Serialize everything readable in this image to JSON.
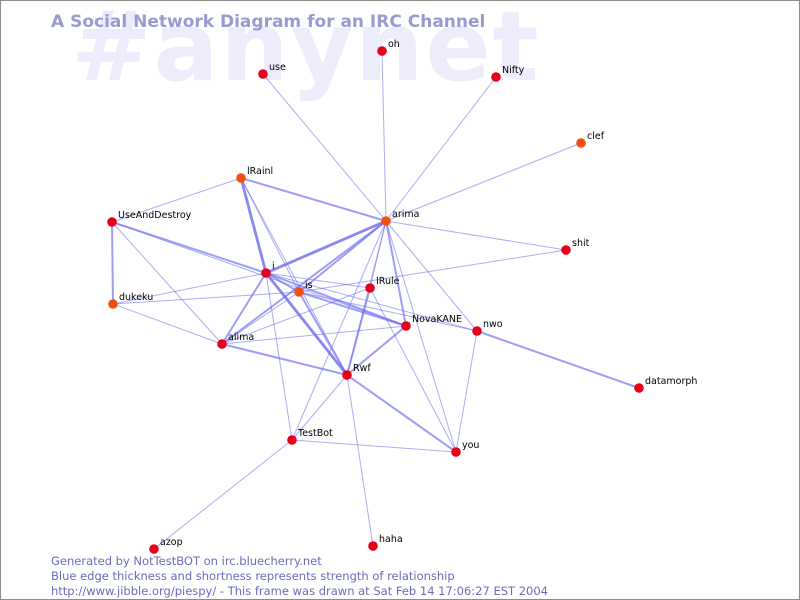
{
  "watermark": "#anynet",
  "title": "A Social Network Diagram for an IRC Channel",
  "footer": {
    "line1": "Generated by NotTestBOT on irc.bluecherry.net",
    "line2": "Blue edge thickness and shortness represents strength of relationship",
    "line3": "http://www.jibble.org/piespy/ - This frame was drawn at Sat Feb 14 17:06:27 EST 2004"
  },
  "colors": {
    "node_red": "#e8001a",
    "node_orange": "#f05010",
    "edge": "#6a6aee",
    "title": "#9a9ad2",
    "watermark": "#ececfb",
    "footer": "#6b6bbd"
  },
  "nodes": [
    {
      "id": "oh",
      "label": "oh",
      "color": "red"
    },
    {
      "id": "use",
      "label": "use",
      "color": "red"
    },
    {
      "id": "nifty",
      "label": "Nifty",
      "color": "red"
    },
    {
      "id": "clef",
      "label": "clef",
      "color": "orange"
    },
    {
      "id": "irainl",
      "label": "lRainl",
      "color": "orange"
    },
    {
      "id": "arima",
      "label": "arima",
      "color": "orange"
    },
    {
      "id": "useanddestroy",
      "label": "UseAndDestroy",
      "color": "red"
    },
    {
      "id": "shit",
      "label": "shit",
      "color": "red"
    },
    {
      "id": "i",
      "label": "i",
      "color": "red"
    },
    {
      "id": "is",
      "label": "is",
      "color": "orange"
    },
    {
      "id": "irule",
      "label": "IRule",
      "color": "red"
    },
    {
      "id": "dukeku",
      "label": "dukeku",
      "color": "orange"
    },
    {
      "id": "novakane",
      "label": "NovaKANE",
      "color": "red"
    },
    {
      "id": "nwo",
      "label": "nwo",
      "color": "red"
    },
    {
      "id": "alima",
      "label": "alima",
      "color": "red"
    },
    {
      "id": "rwf",
      "label": "Rwf",
      "color": "red"
    },
    {
      "id": "datamorph",
      "label": "datamorph",
      "color": "red"
    },
    {
      "id": "testbot",
      "label": "TestBot",
      "color": "red"
    },
    {
      "id": "you",
      "label": "you",
      "color": "red"
    },
    {
      "id": "azop",
      "label": "azop",
      "color": "red"
    },
    {
      "id": "haha",
      "label": "haha",
      "color": "red"
    }
  ],
  "edges": [
    {
      "source": "i",
      "target": "irainl",
      "weight": 3
    },
    {
      "source": "i",
      "target": "arima",
      "weight": 3
    },
    {
      "source": "i",
      "target": "rwf",
      "weight": 3
    },
    {
      "source": "i",
      "target": "alima",
      "weight": 2
    },
    {
      "source": "i",
      "target": "useanddestroy",
      "weight": 2
    },
    {
      "source": "i",
      "target": "is",
      "weight": 2
    },
    {
      "source": "i",
      "target": "dukeku",
      "weight": 1
    },
    {
      "source": "i",
      "target": "novakane",
      "weight": 2
    },
    {
      "source": "i",
      "target": "testbot",
      "weight": 1
    },
    {
      "source": "i",
      "target": "nwo",
      "weight": 1
    },
    {
      "source": "i",
      "target": "irule",
      "weight": 1
    },
    {
      "source": "arima",
      "target": "oh",
      "weight": 1
    },
    {
      "source": "arima",
      "target": "use",
      "weight": 1
    },
    {
      "source": "arima",
      "target": "nifty",
      "weight": 1
    },
    {
      "source": "arima",
      "target": "clef",
      "weight": 1
    },
    {
      "source": "arima",
      "target": "shit",
      "weight": 1
    },
    {
      "source": "arima",
      "target": "is",
      "weight": 2
    },
    {
      "source": "arima",
      "target": "alima",
      "weight": 2
    },
    {
      "source": "arima",
      "target": "irainl",
      "weight": 2
    },
    {
      "source": "arima",
      "target": "novakane",
      "weight": 2
    },
    {
      "source": "arima",
      "target": "rwf",
      "weight": 1
    },
    {
      "source": "arima",
      "target": "nwo",
      "weight": 1
    },
    {
      "source": "arima",
      "target": "testbot",
      "weight": 1
    },
    {
      "source": "arima",
      "target": "you",
      "weight": 1
    },
    {
      "source": "arima",
      "target": "irule",
      "weight": 1
    },
    {
      "source": "irainl",
      "target": "useanddestroy",
      "weight": 1
    },
    {
      "source": "irainl",
      "target": "is",
      "weight": 1
    },
    {
      "source": "irainl",
      "target": "rwf",
      "weight": 1
    },
    {
      "source": "useanddestroy",
      "target": "dukeku",
      "weight": 2
    },
    {
      "source": "useanddestroy",
      "target": "alima",
      "weight": 1
    },
    {
      "source": "useanddestroy",
      "target": "novakane",
      "weight": 1
    },
    {
      "source": "dukeku",
      "target": "is",
      "weight": 1
    },
    {
      "source": "dukeku",
      "target": "alima",
      "weight": 1
    },
    {
      "source": "is",
      "target": "alima",
      "weight": 1
    },
    {
      "source": "is",
      "target": "rwf",
      "weight": 2
    },
    {
      "source": "is",
      "target": "novakane",
      "weight": 2
    },
    {
      "source": "is",
      "target": "nwo",
      "weight": 1
    },
    {
      "source": "is",
      "target": "shit",
      "weight": 1
    },
    {
      "source": "irule",
      "target": "rwf",
      "weight": 2
    },
    {
      "source": "irule",
      "target": "alima",
      "weight": 1
    },
    {
      "source": "irule",
      "target": "you",
      "weight": 1
    },
    {
      "source": "alima",
      "target": "rwf",
      "weight": 2
    },
    {
      "source": "alima",
      "target": "novakane",
      "weight": 1
    },
    {
      "source": "novakane",
      "target": "rwf",
      "weight": 2
    },
    {
      "source": "nwo",
      "target": "datamorph",
      "weight": 2
    },
    {
      "source": "nwo",
      "target": "you",
      "weight": 1
    },
    {
      "source": "rwf",
      "target": "testbot",
      "weight": 1
    },
    {
      "source": "rwf",
      "target": "you",
      "weight": 2
    },
    {
      "source": "rwf",
      "target": "haha",
      "weight": 1
    },
    {
      "source": "testbot",
      "target": "you",
      "weight": 1
    },
    {
      "source": "testbot",
      "target": "azop",
      "weight": 1
    }
  ]
}
